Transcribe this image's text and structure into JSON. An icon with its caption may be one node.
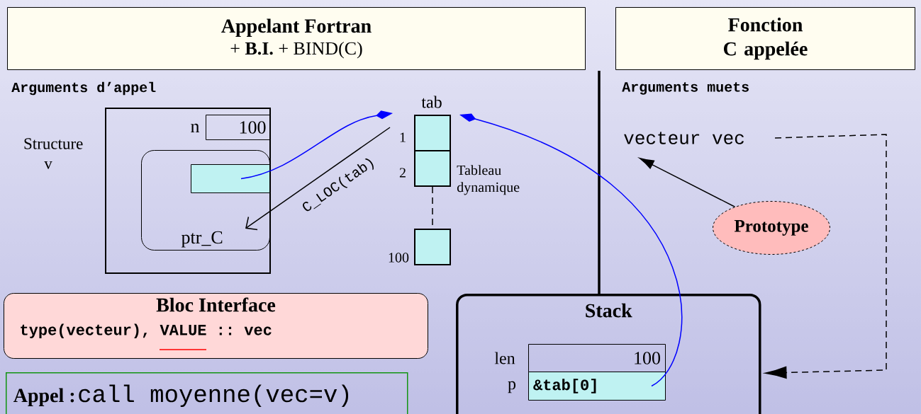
{
  "diagram": {
    "nodes": [
      {
        "text": [
          "Appelant Fortran",
          "+ **B.I.** + BIND(C)"
        ]
      },
      {
        "text": [
          "Fonction C appelée"
        ]
      },
      {
        "text": [],
        "shape": "box",
        "beside": [
          "Structure v"
        ]
      },
      {
        "text": [
          "100"
        ],
        "in": 2,
        "beside": [
          "n"
        ]
      },
      {
        "text": [
          "ptr_C"
        ],
        "in": 2
      },
      {
        "text": [],
        "shape": "box",
        "in": 4
      },
      {
        "text": [],
        "shape": "box",
        "beside": [
          "tab",
          "1"
        ]
      },
      {
        "text": [],
        "shape": "box",
        "beside": [
          "2",
          "Tableau dynamique"
        ]
      },
      {
        "text": [],
        "shape": "box",
        "beside": [
          "100"
        ]
      },
      {
        "text": [
          "vecteur vec"
        ]
      },
      {
        "text": [
          "Prototype"
        ]
      },
      {
        "text": [
          "Stack"
        ]
      },
      {
        "text": [
          "100"
        ],
        "in": 11,
        "beside": [
          "len"
        ]
      },
      {
        "text": [
          "&tab[0]"
        ],
        "in": 11,
        "beside": [
          "p"
        ]
      },
      {
        "text": [
          "Bloc Interface",
          "type(vecteur), VALUE :: vec"
        ]
      },
      {
        "text": [
          "Appel :",
          "call moyenne(vec=v)"
        ]
      }
    ],
    "edges": [
      {
        "from": 5,
        "to": 6,
        "arrow": "to",
        "color": "#0000ff"
      },
      {
        "from": 6,
        "to": 4,
        "arrow": "to",
        "label": "C_LOC(tab)"
      },
      {
        "from": 7,
        "to": 8,
        "arrow": "none",
        "style": "dashed"
      },
      {
        "from": 10,
        "to": 9,
        "arrow": "to"
      },
      {
        "from": 13,
        "to": 6,
        "arrow": "to",
        "color": "#0000ff"
      },
      {
        "from": 9,
        "to": 11,
        "arrow": "to",
        "style": "dashed"
      }
    ],
    "labels": [
      "Arguments d’appel",
      "Arguments muets"
    ]
  }
}
